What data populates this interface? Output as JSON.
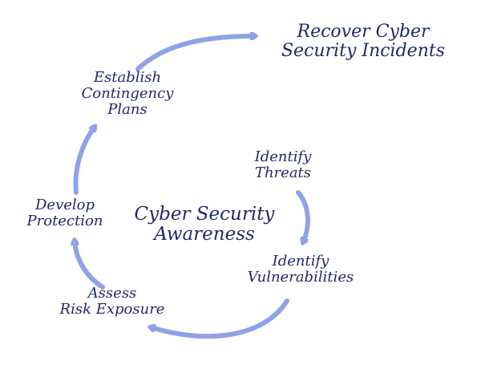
{
  "diagram": {
    "center": {
      "lines": [
        "Cyber Security",
        "Awareness"
      ]
    },
    "nodes": {
      "recover": {
        "lines": [
          "Recover Cyber",
          "Security Incidents"
        ]
      },
      "establish": {
        "lines": [
          "Establish",
          "Contingency",
          "Plans"
        ]
      },
      "identify_threats": {
        "lines": [
          "Identify",
          "Threats"
        ]
      },
      "identify_vulnerabilities": {
        "lines": [
          "Identify",
          "Vulnerabilities"
        ]
      },
      "develop_protection": {
        "lines": [
          "Develop",
          "Protection"
        ]
      },
      "assess_risk": {
        "lines": [
          "Assess",
          "Risk Exposure"
        ]
      }
    },
    "colors": {
      "text": "#1f2a6b",
      "arrow": "#8ea2e6"
    }
  }
}
